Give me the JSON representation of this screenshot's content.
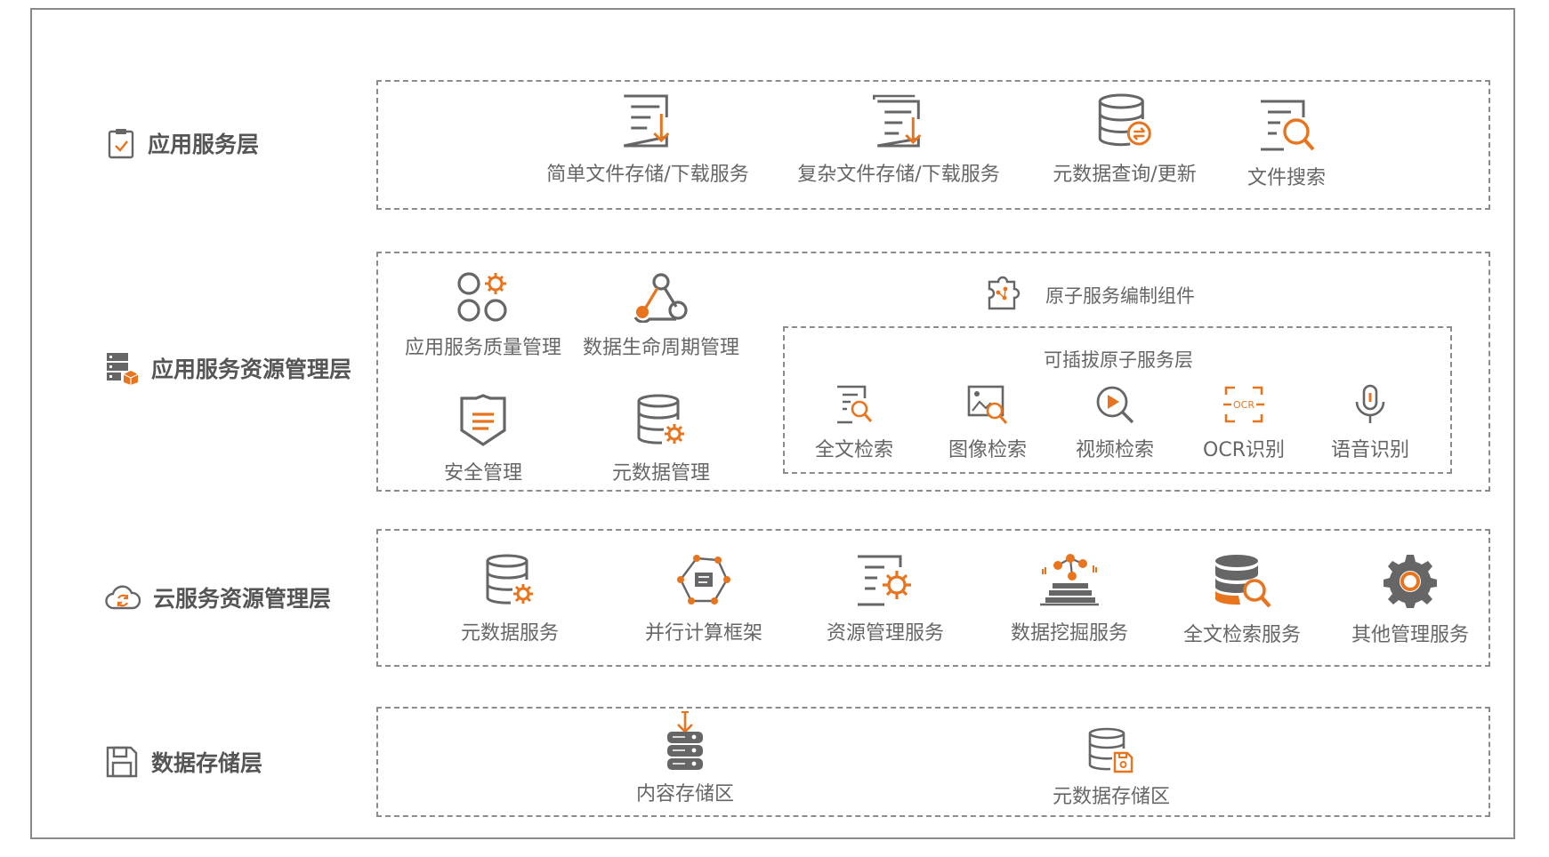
{
  "layers": [
    {
      "label": "应用服务层",
      "icon": "clipboard-check-icon",
      "items": [
        {
          "label": "简单文件存储/下载服务",
          "icon": "file-download-icon"
        },
        {
          "label": "复杂文件存储/下载服务",
          "icon": "files-download-icon"
        },
        {
          "label": "元数据查询/更新",
          "icon": "database-refresh-icon"
        },
        {
          "label": "文件搜索",
          "icon": "file-search-icon"
        }
      ]
    },
    {
      "label": "应用服务资源管理层",
      "icon": "server-cube-icon",
      "items": [
        {
          "label": "应用服务质量管理",
          "icon": "quality-gear-icon"
        },
        {
          "label": "数据生命周期管理",
          "icon": "lifecycle-icon"
        },
        {
          "label": "安全管理",
          "icon": "shield-icon"
        },
        {
          "label": "元数据管理",
          "icon": "database-gear-icon"
        }
      ],
      "atomic": {
        "title": "原子服务编制组件",
        "icon": "puzzle-icon",
        "pluggable_title": "可插拔原子服务层",
        "items": [
          {
            "label": "全文检索",
            "icon": "doc-search-icon"
          },
          {
            "label": "图像检索",
            "icon": "image-search-icon"
          },
          {
            "label": "视频检索",
            "icon": "video-search-icon"
          },
          {
            "label": "OCR识别",
            "icon": "ocr-scan-icon"
          },
          {
            "label": "语音识别",
            "icon": "microphone-icon"
          }
        ]
      }
    },
    {
      "label": "云服务资源管理层",
      "icon": "cloud-sync-icon",
      "items": [
        {
          "label": "元数据服务",
          "icon": "database-gear-icon"
        },
        {
          "label": "并行计算框架",
          "icon": "network-nodes-icon"
        },
        {
          "label": "资源管理服务",
          "icon": "doc-gear-icon"
        },
        {
          "label": "数据挖掘服务",
          "icon": "data-mining-icon"
        },
        {
          "label": "全文检索服务",
          "icon": "database-search-icon"
        },
        {
          "label": "其他管理服务",
          "icon": "gear-icon"
        }
      ]
    },
    {
      "label": "数据存储层",
      "icon": "floppy-disk-icon",
      "items": [
        {
          "label": "内容存储区",
          "icon": "server-stack-icon"
        },
        {
          "label": "元数据存储区",
          "icon": "database-save-icon"
        }
      ]
    }
  ],
  "colors": {
    "accent": "#e8741e",
    "icon_gray": "#666666",
    "text": "#555555",
    "border": "#8c8c8c"
  }
}
